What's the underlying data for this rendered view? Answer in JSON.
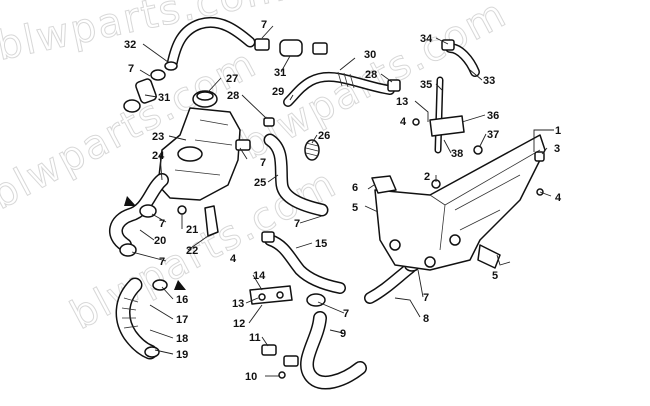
{
  "watermark": "blwparts.com",
  "callouts": [
    {
      "id": "c1",
      "label": "1"
    },
    {
      "id": "c2",
      "label": "2"
    },
    {
      "id": "c3",
      "label": "3"
    },
    {
      "id": "c4a",
      "label": "4"
    },
    {
      "id": "c4b",
      "label": "4"
    },
    {
      "id": "c4c",
      "label": "4"
    },
    {
      "id": "c5a",
      "label": "5"
    },
    {
      "id": "c5b",
      "label": "5"
    },
    {
      "id": "c6",
      "label": "6"
    },
    {
      "id": "c7a",
      "label": "7"
    },
    {
      "id": "c7b",
      "label": "7"
    },
    {
      "id": "c7c",
      "label": "7"
    },
    {
      "id": "c7d",
      "label": "7"
    },
    {
      "id": "c7e",
      "label": "7"
    },
    {
      "id": "c7f",
      "label": "7"
    },
    {
      "id": "c7g",
      "label": "7"
    },
    {
      "id": "c7h",
      "label": "7"
    },
    {
      "id": "c8",
      "label": "8"
    },
    {
      "id": "c9",
      "label": "9"
    },
    {
      "id": "c10",
      "label": "10"
    },
    {
      "id": "c11",
      "label": "11"
    },
    {
      "id": "c12",
      "label": "12"
    },
    {
      "id": "c13a",
      "label": "13"
    },
    {
      "id": "c13b",
      "label": "13"
    },
    {
      "id": "c14",
      "label": "14"
    },
    {
      "id": "c15",
      "label": "15"
    },
    {
      "id": "c16",
      "label": "16"
    },
    {
      "id": "c17",
      "label": "17"
    },
    {
      "id": "c18",
      "label": "18"
    },
    {
      "id": "c19",
      "label": "19"
    },
    {
      "id": "c20",
      "label": "20"
    },
    {
      "id": "c21",
      "label": "21"
    },
    {
      "id": "c22",
      "label": "22"
    },
    {
      "id": "c23",
      "label": "23"
    },
    {
      "id": "c24",
      "label": "24"
    },
    {
      "id": "c25",
      "label": "25"
    },
    {
      "id": "c26",
      "label": "26"
    },
    {
      "id": "c27",
      "label": "27"
    },
    {
      "id": "c28a",
      "label": "28"
    },
    {
      "id": "c28b",
      "label": "28"
    },
    {
      "id": "c29",
      "label": "29"
    },
    {
      "id": "c30",
      "label": "30"
    },
    {
      "id": "c31a",
      "label": "31"
    },
    {
      "id": "c31b",
      "label": "31"
    },
    {
      "id": "c32",
      "label": "32"
    },
    {
      "id": "c33",
      "label": "33"
    },
    {
      "id": "c34",
      "label": "34"
    },
    {
      "id": "c35",
      "label": "35"
    },
    {
      "id": "c36",
      "label": "36"
    },
    {
      "id": "c37",
      "label": "37"
    },
    {
      "id": "c38",
      "label": "38"
    }
  ]
}
